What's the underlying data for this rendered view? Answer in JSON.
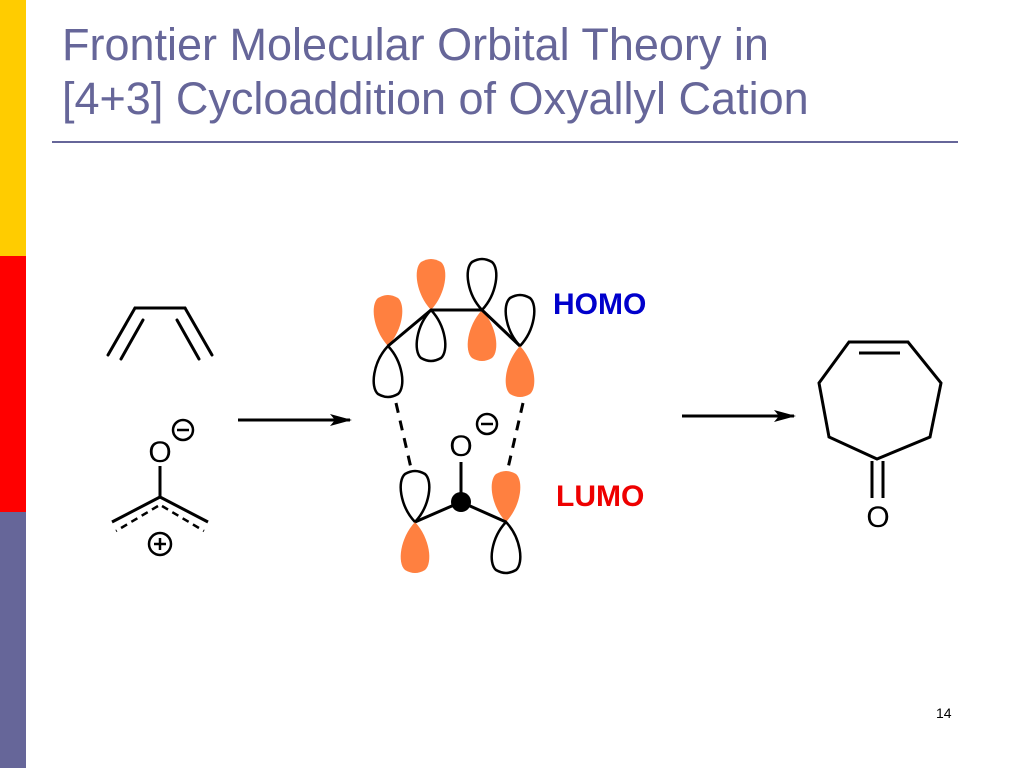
{
  "slide": {
    "title_line1": "Frontier Molecular Orbital Theory in",
    "title_line2": "[4+3] Cycloaddition of Oxyallyl Cation",
    "page_number": "14"
  },
  "labels": {
    "homo": "HOMO",
    "lumo": "LUMO",
    "oxygen": "O",
    "negative_charge": "−",
    "positive_charge": "+"
  },
  "colors": {
    "title": "#666699",
    "rule": "#666699",
    "bar_yellow": "#FFCC00",
    "bar_red": "#FF0000",
    "bar_blue": "#666699",
    "lobe_fill": "#FF8040",
    "homo": "#0000CC",
    "lumo": "#EE0000"
  }
}
